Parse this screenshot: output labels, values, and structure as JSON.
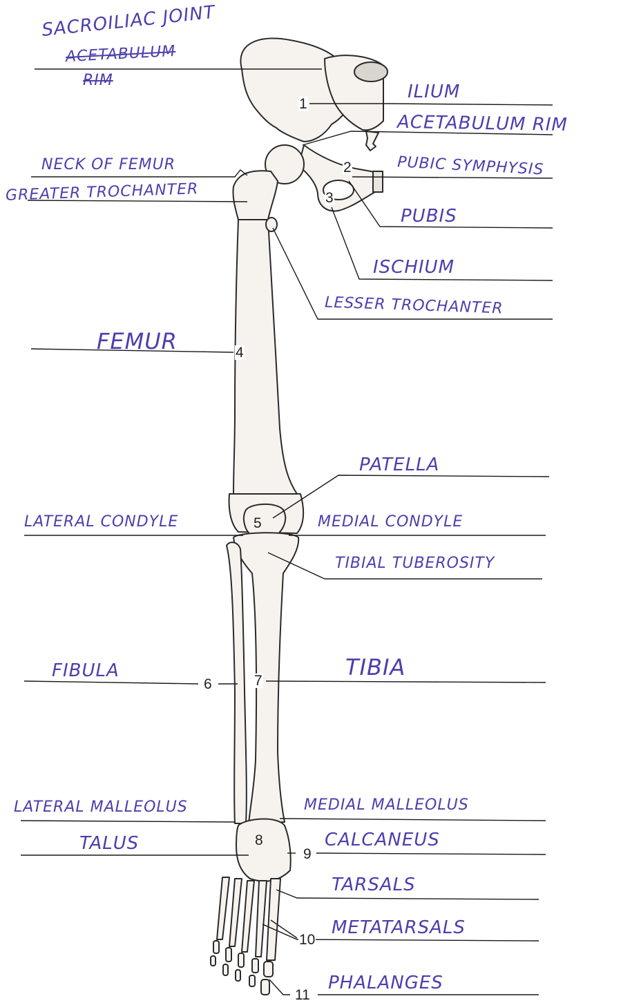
{
  "labels": {
    "sacroiliac": "SACROILIAC JOINT",
    "acetabulum_struck": "ACETABULUM",
    "rim_struck": "RIM",
    "ilium": "ILIUM",
    "acetabulum_rim": "ACETABULUM RIM",
    "neck_femur": "NECK OF FEMUR",
    "pubic_symphysis": "PUBIC SYMPHYSIS",
    "greater_trochanter": "GREATER TROCHANTER",
    "pubis": "PUBIS",
    "ischium": "ISCHIUM",
    "lesser_trochanter": "LESSER TROCHANTER",
    "femur": "FEMUR",
    "patella": "PATELLA",
    "lateral_condyle": "LATERAL CONDYLE",
    "medial_condyle": "MEDIAL CONDYLE",
    "tibial_tuberosity": "TIBIAL TUBEROSITY",
    "fibula": "FIBULA",
    "tibia": "TIBIA",
    "lateral_malleolus": "LATERAL MALLEOLUS",
    "medial_malleolus": "MEDIAL MALLEOLUS",
    "talus": "TALUS",
    "calcaneus": "CALCANEUS",
    "tarsals": "TARSALS",
    "metatarsals": "METATARSALS",
    "phalanges": "PHALANGES"
  },
  "numbers": {
    "n1": "1",
    "n2": "2",
    "n3": "3",
    "n4": "4",
    "n5": "5",
    "n6": "6",
    "n7": "7",
    "n8": "8",
    "n9": "9",
    "n10": "10",
    "n11": "11"
  },
  "colors": {
    "ink": "#4b3fae",
    "line": "#1a1a1a",
    "bone_fill": "#f6f3ee",
    "bone_stroke": "#2a2a2a"
  }
}
